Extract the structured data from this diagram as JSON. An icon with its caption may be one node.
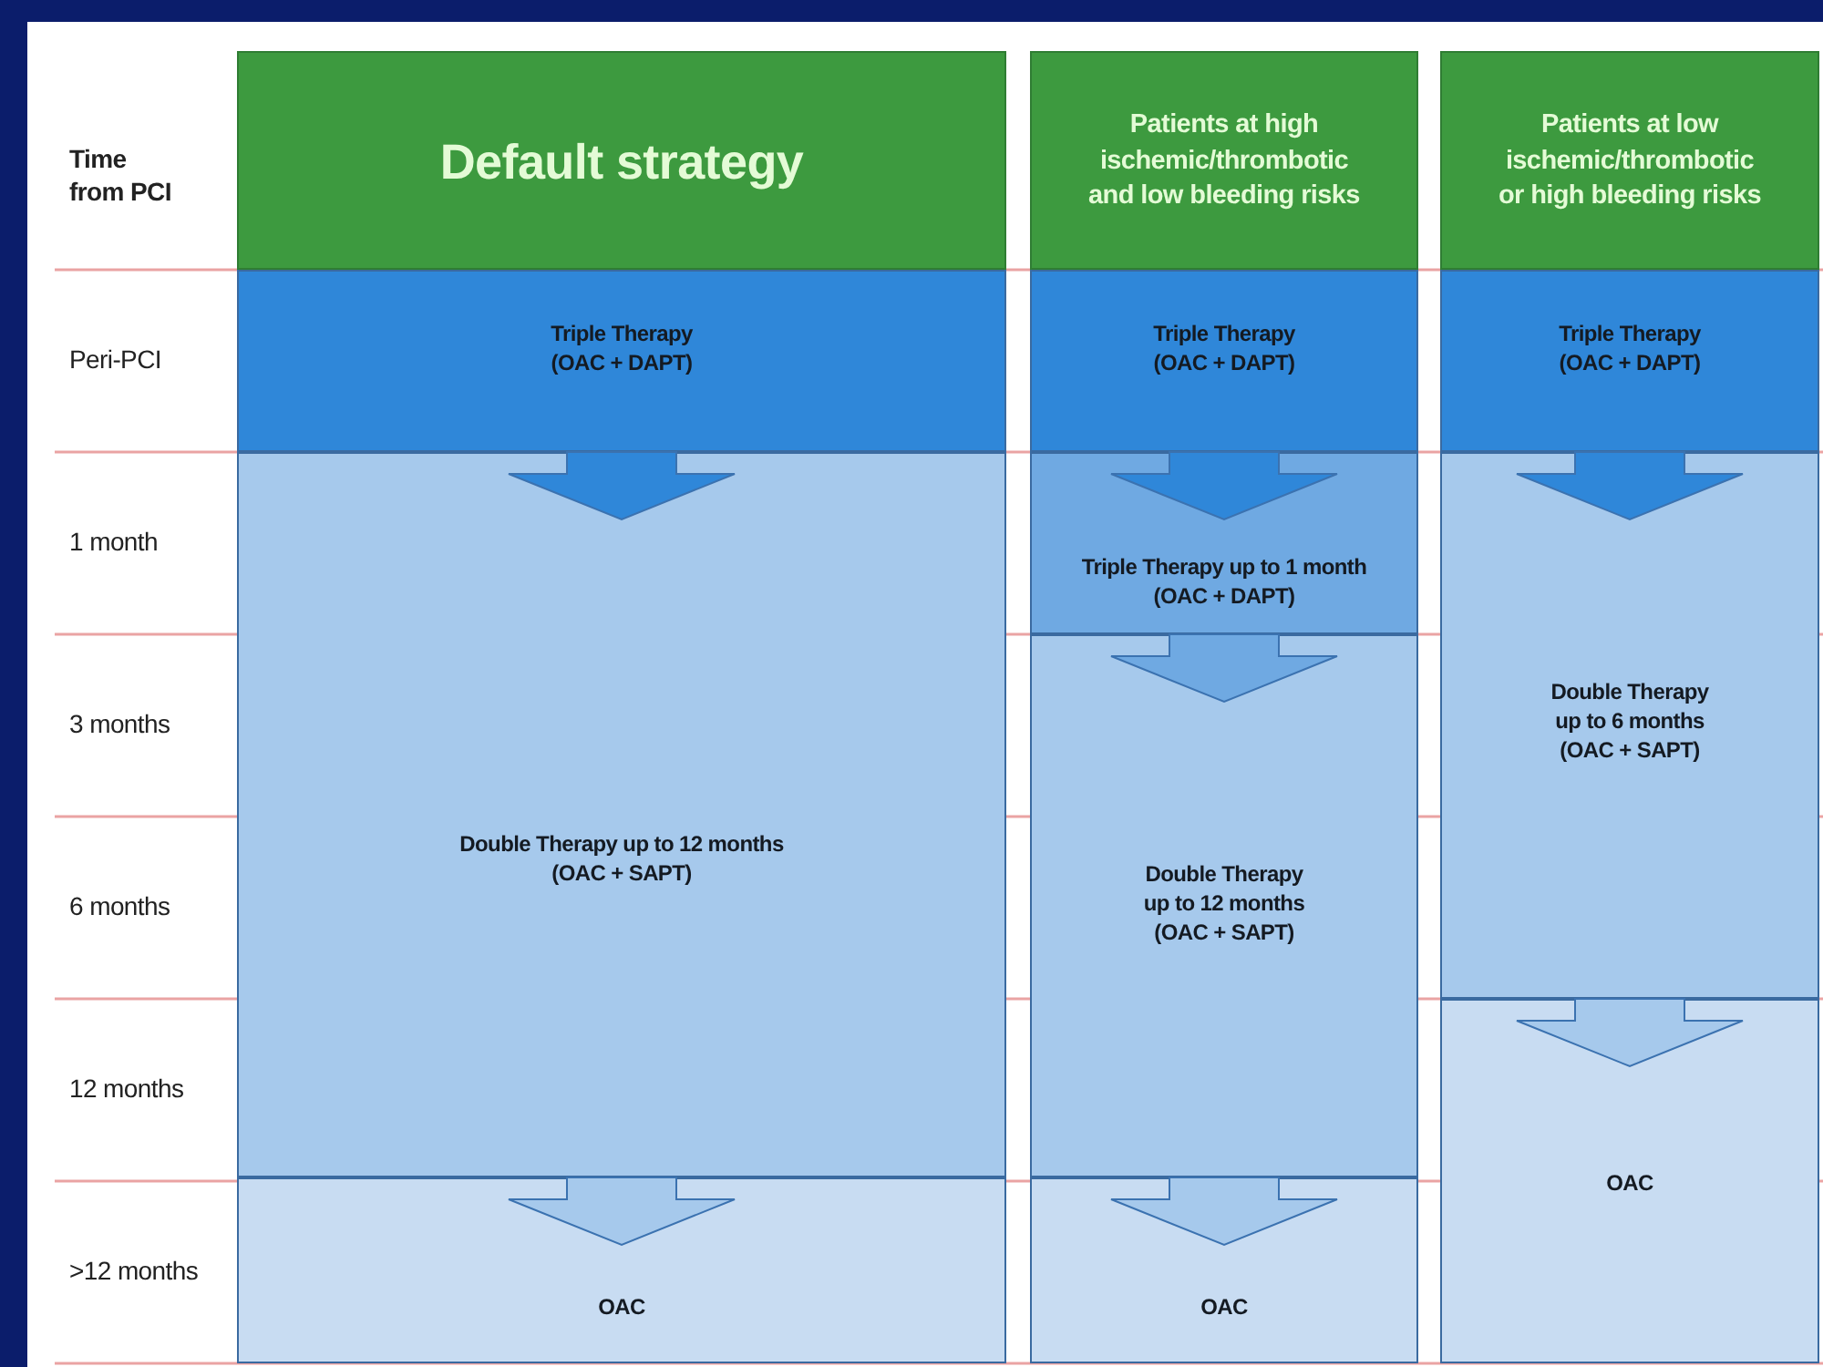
{
  "diagram": {
    "nodes": [
      {
        "text": [
          "Default strategy"
        ]
      },
      {
        "text": [
          "Patients at high ischemic/thrombotic and low bleeding risks"
        ]
      },
      {
        "text": [
          "Patients at low ischemic/thrombotic or high bleeding risks"
        ]
      },
      {
        "text": [
          "Triple Therapy (OAC + DAPT)"
        ]
      },
      {
        "text": [
          "Triple Therapy (OAC + DAPT)"
        ]
      },
      {
        "text": [
          "Triple Therapy (OAC + DAPT)"
        ]
      },
      {
        "text": [
          "Triple Therapy up to 1 month (OAC + DAPT)"
        ]
      },
      {
        "text": [
          "Double Therapy up to 12 months (OAC + SAPT)"
        ]
      },
      {
        "text": [
          "Double Therapy up to 6 months (OAC + SAPT)"
        ]
      },
      {
        "text": [
          "Double Therapy up to 12 months (OAC + SAPT)"
        ]
      },
      {
        "text": [
          "OAC"
        ]
      },
      {
        "text": [
          "OAC"
        ]
      },
      {
        "text": [
          "OAC"
        ]
      }
    ],
    "edges": [
      {
        "from": 3,
        "to": 7,
        "arrow": "to"
      },
      {
        "from": 4,
        "to": 6,
        "arrow": "to"
      },
      {
        "from": 5,
        "to": 8,
        "arrow": "to"
      },
      {
        "from": 6,
        "to": 9,
        "arrow": "to"
      },
      {
        "from": 8,
        "to": 10,
        "arrow": "to"
      },
      {
        "from": 7,
        "to": 11,
        "arrow": "to"
      },
      {
        "from": 9,
        "to": 12,
        "arrow": "to"
      }
    ],
    "labels": [
      "Time from PCI",
      "Peri-PCI",
      "1 month",
      "3 months",
      "6 months",
      "12 months",
      ">12 months"
    ]
  }
}
